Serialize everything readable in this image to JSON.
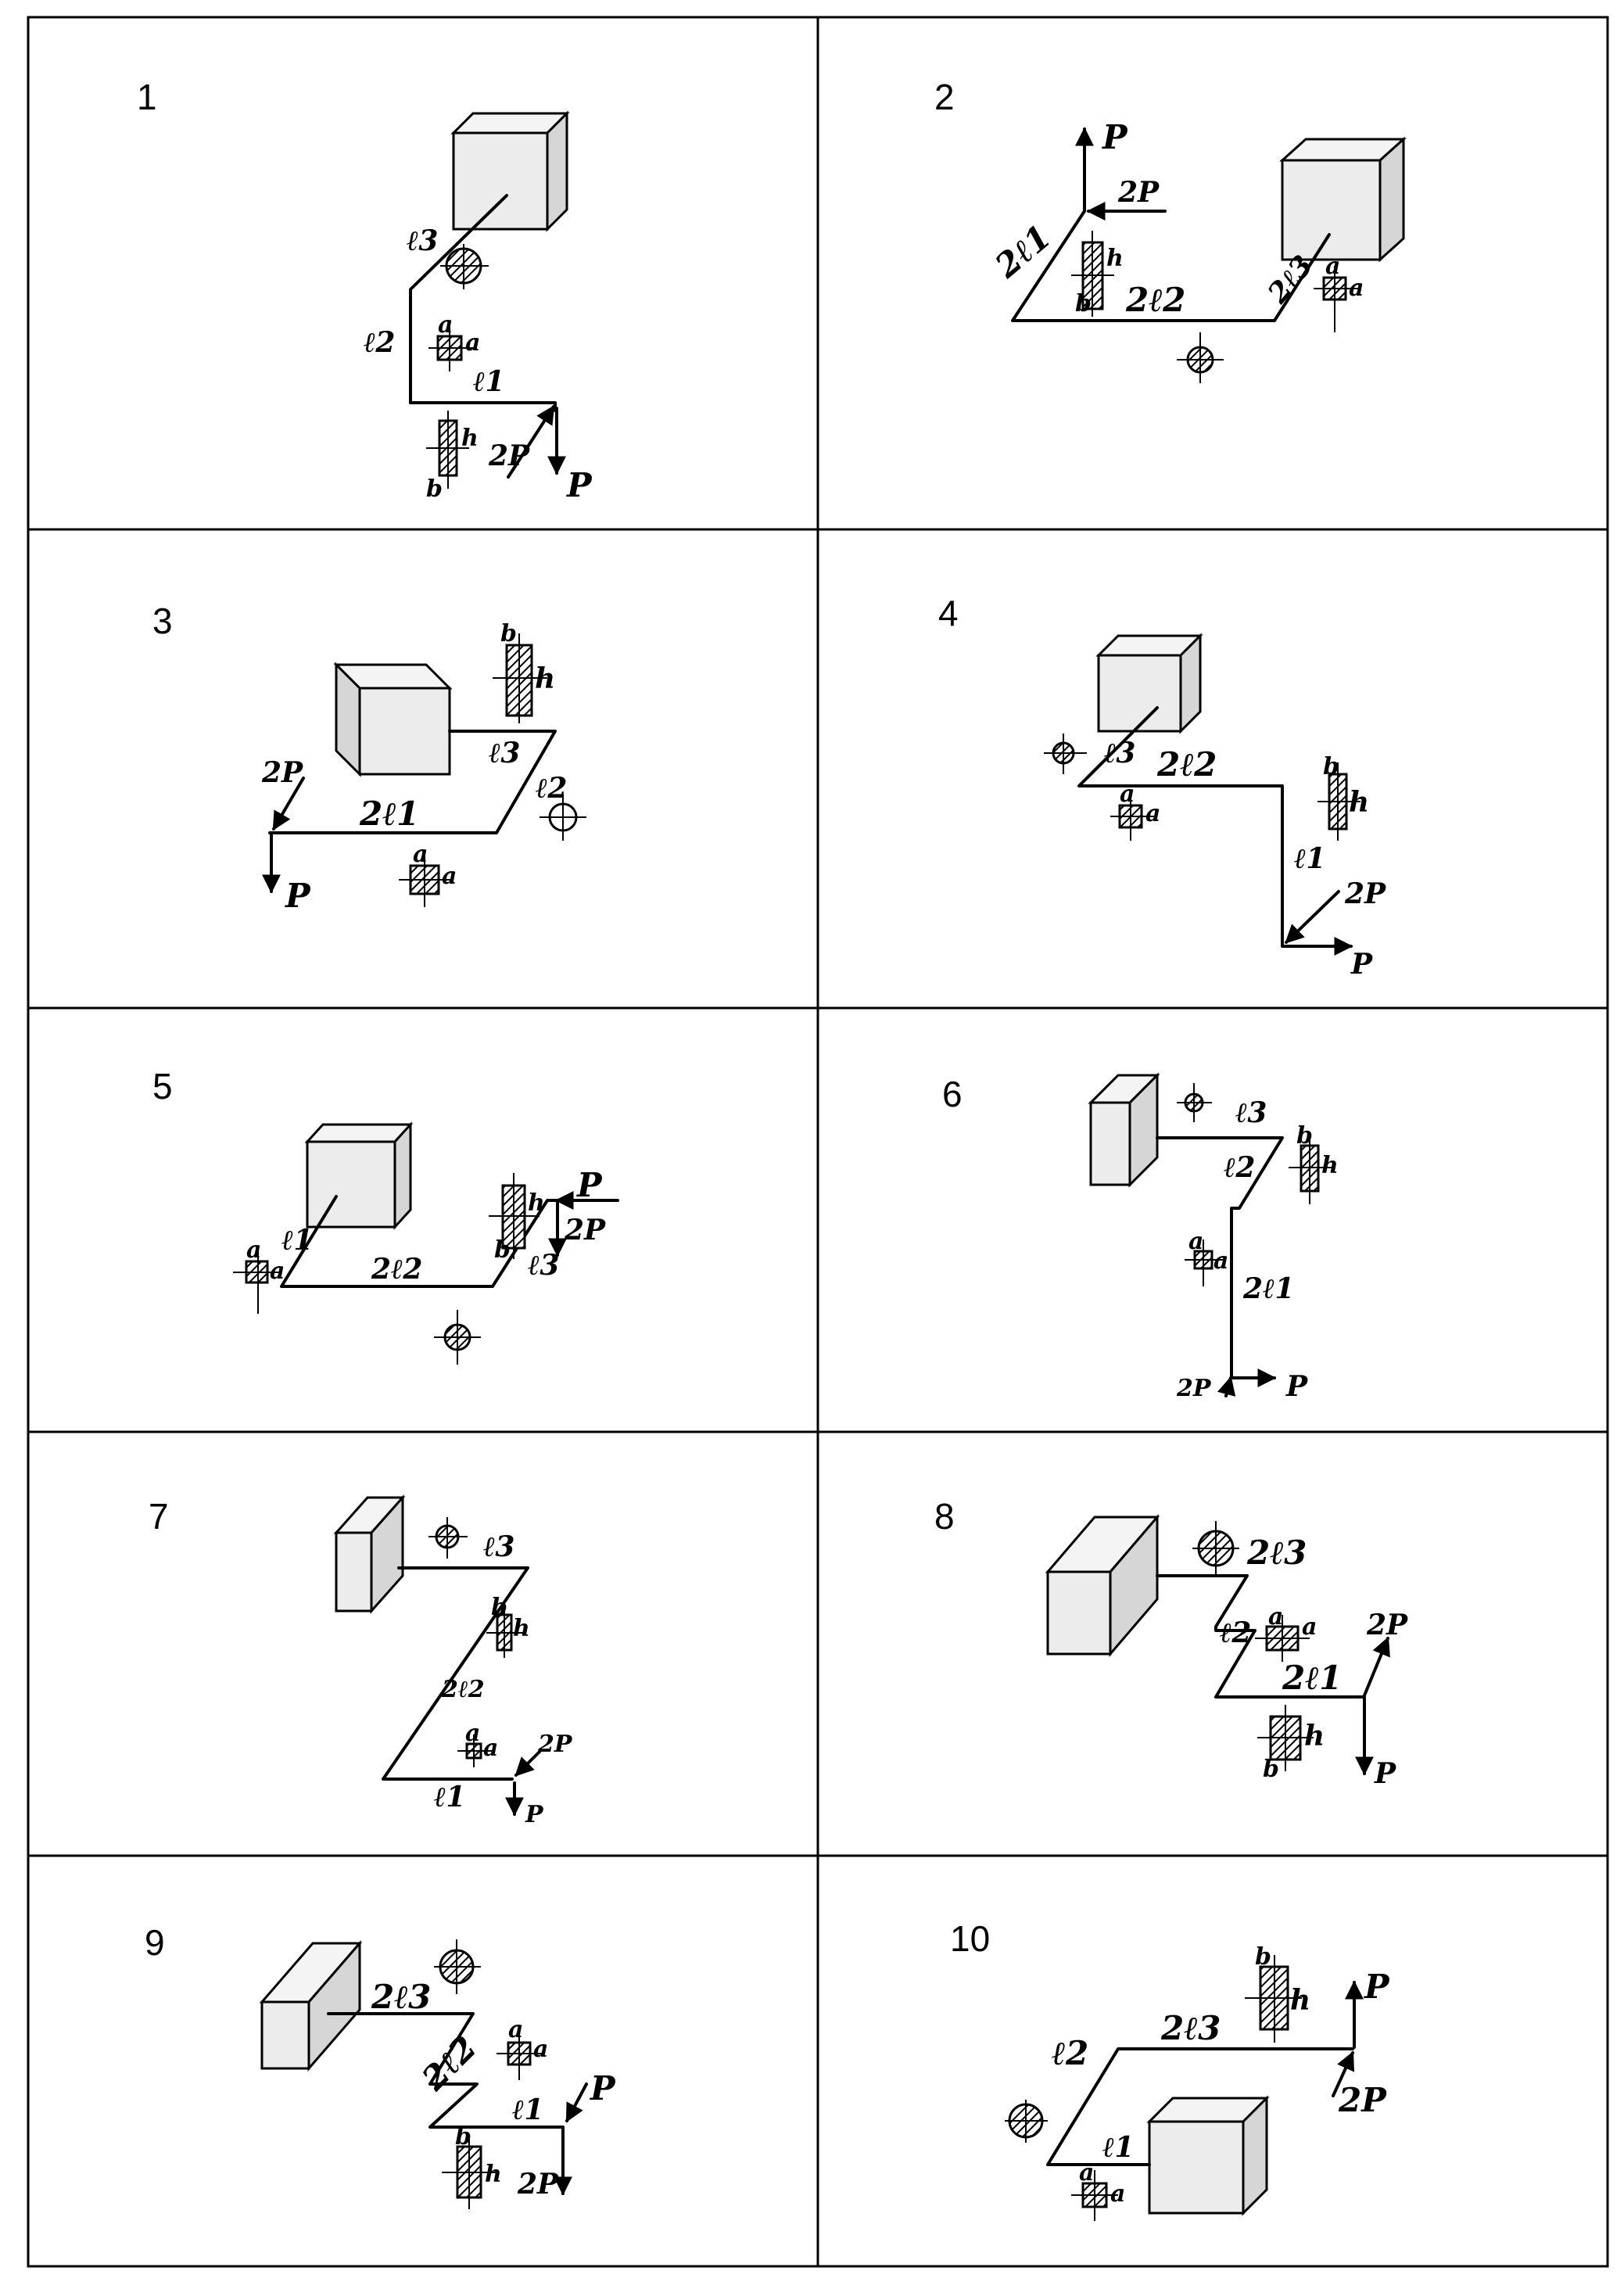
{
  "cells": [
    {
      "number": "1",
      "labels": [
        "ℓ3",
        "ℓ2",
        "ℓ1",
        "a",
        "a",
        "h",
        "b",
        "2P",
        "P"
      ]
    },
    {
      "number": "2",
      "labels": [
        "P",
        "2P",
        "2ℓ1",
        "h",
        "b",
        "2ℓ2",
        "2ℓ3",
        "a",
        "a"
      ]
    },
    {
      "number": "3",
      "labels": [
        "b",
        "h",
        "ℓ3",
        "2P",
        "2ℓ1",
        "ℓ2",
        "a",
        "a",
        "P"
      ]
    },
    {
      "number": "4",
      "labels": [
        "ℓ3",
        "2ℓ2",
        "a",
        "a",
        "b",
        "h",
        "ℓ1",
        "2P",
        "P"
      ]
    },
    {
      "number": "5",
      "labels": [
        "a",
        "a",
        "ℓ1",
        "2ℓ2",
        "h",
        "b",
        "P",
        "2P",
        "ℓ3"
      ]
    },
    {
      "number": "6",
      "labels": [
        "ℓ3",
        "b",
        "h",
        "ℓ2",
        "a",
        "a",
        "2ℓ1",
        "2P",
        "P"
      ]
    },
    {
      "number": "7",
      "labels": [
        "ℓ3",
        "b",
        "h",
        "2ℓ2",
        "a",
        "a",
        "2P",
        "ℓ1",
        "P"
      ]
    },
    {
      "number": "8",
      "labels": [
        "2ℓ3",
        "a",
        "a",
        "ℓ2",
        "2P",
        "2ℓ1",
        "h",
        "b",
        "P"
      ]
    },
    {
      "number": "9",
      "labels": [
        "2ℓ3",
        "2ℓ2",
        "a",
        "a",
        "ℓ1",
        "P",
        "b",
        "h",
        "2P"
      ]
    },
    {
      "number": "10",
      "labels": [
        "b",
        "h",
        "P",
        "2ℓ3",
        "ℓ2",
        "2P",
        "ℓ1",
        "a",
        "a"
      ]
    }
  ]
}
